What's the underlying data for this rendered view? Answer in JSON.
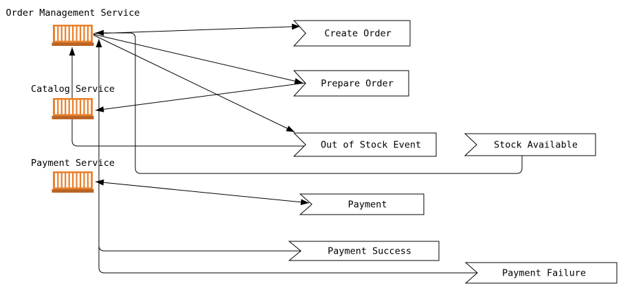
{
  "diagram": {
    "background": "#ffffff",
    "colors": {
      "container_frame": "#e8812d",
      "container_bottom_bar": "#ba6425",
      "container_stripe": "#ffffff",
      "connector_line": "#000000",
      "banner_fill": "#ffffff",
      "banner_border": "#000000",
      "text": "#000000"
    },
    "services": {
      "order_management": {
        "label": "Order Management Service"
      },
      "catalog": {
        "label": "Catalog Service"
      },
      "payment": {
        "label": "Payment Service"
      }
    },
    "events": {
      "create_order": {
        "label": "Create Order"
      },
      "prepare_order": {
        "label": "Prepare Order"
      },
      "out_of_stock": {
        "label": "Out of Stock Event"
      },
      "stock_available": {
        "label": "Stock Available"
      },
      "payment": {
        "label": "Payment"
      },
      "payment_success": {
        "label": "Payment Success"
      },
      "payment_failure": {
        "label": "Payment Failure"
      }
    },
    "connections": [
      {
        "from": "order-management-service",
        "to": "create-order-event"
      },
      {
        "from": "order-management-service",
        "to": "prepare-order-event"
      },
      {
        "from": "order-management-service",
        "to": "out-of-stock-event"
      },
      {
        "from": "prepare-order-event",
        "to": "catalog-service"
      },
      {
        "from": "payment-service",
        "to": "payment-event",
        "bidirectional": true
      },
      {
        "from": "out-of-stock-event",
        "to": "order-management-service"
      },
      {
        "from": "stock-available-event",
        "to": "order-management-service"
      },
      {
        "from": "payment-success-event",
        "to": "order-management-service"
      },
      {
        "from": "payment-failure-event",
        "to": "order-management-service"
      }
    ]
  }
}
